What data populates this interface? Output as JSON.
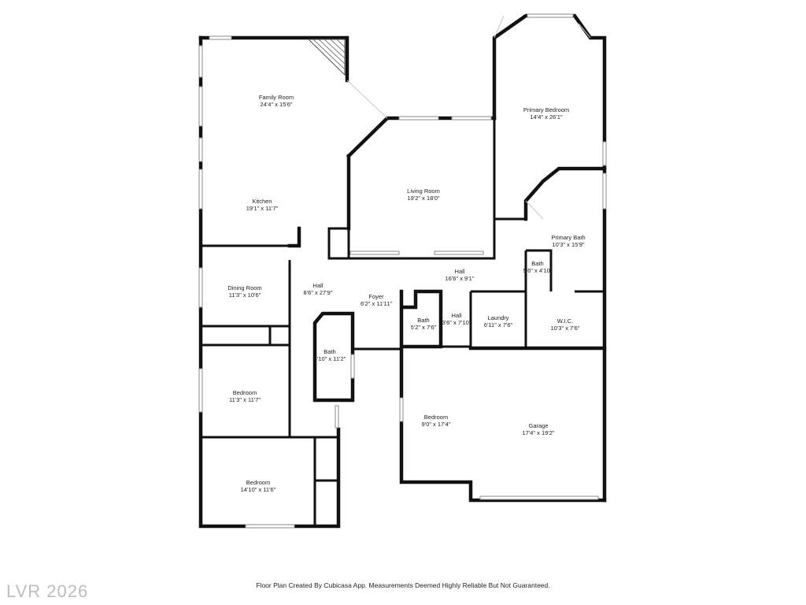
{
  "rooms": [
    {
      "name": "Family Room",
      "dims": "24'4\" x 15'6\""
    },
    {
      "name": "Kitchen",
      "dims": "19'1\" x 11'7\""
    },
    {
      "name": "Living Room",
      "dims": "19'2\" x 18'0\""
    },
    {
      "name": "Primary Bedroom",
      "dims": "14'4\" x 26'1\""
    },
    {
      "name": "Primary Bath",
      "dims": "10'3\" x 15'9\""
    },
    {
      "name": "Bath",
      "dims": "5'6\" x 4'10\""
    },
    {
      "name": "Dining Room",
      "dims": "11'3\" x 10'6\""
    },
    {
      "name": "Hall",
      "dims": "8'6\" x 27'9\""
    },
    {
      "name": "Foyer",
      "dims": "6'2\" x 11'11\""
    },
    {
      "name": "Hall",
      "dims": "16'6\" x 9'1\""
    },
    {
      "name": "Bath",
      "dims": "5'2\" x 7'6\""
    },
    {
      "name": "Hall",
      "dims": "3'6\" x 7'10\""
    },
    {
      "name": "Laundry",
      "dims": "6'11\" x 7'6\""
    },
    {
      "name": "W.I.C.",
      "dims": "10'3\" x 7'6\""
    },
    {
      "name": "Bath",
      "dims": "4'10\" x 11'2\""
    },
    {
      "name": "Bedroom",
      "dims": "11'3\" x 11'7\""
    },
    {
      "name": "Bedroom",
      "dims": "9'0\" x 17'4\""
    },
    {
      "name": "Garage",
      "dims": "17'4\" x 19'2\""
    },
    {
      "name": "Bedroom",
      "dims": "14'10\" x 11'6\""
    }
  ],
  "footer": {
    "note": "Floor Plan Created By Cubicasa App. Measurements Deemed Highly Reliable But Not Guaranteed."
  },
  "watermark": {
    "text": "LVR 2026"
  }
}
